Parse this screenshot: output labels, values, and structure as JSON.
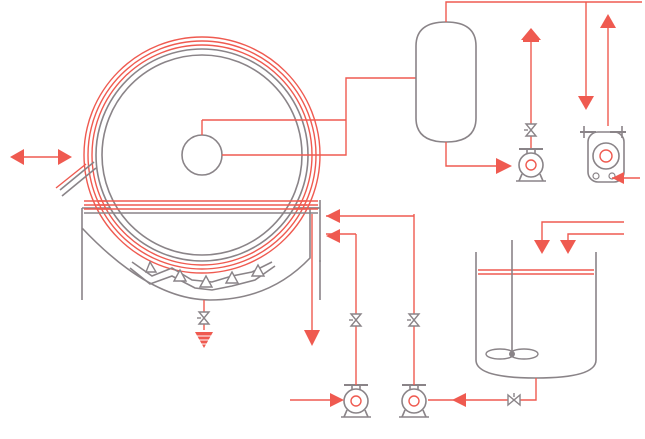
{
  "diagram": {
    "kind": "process-flow-schematic",
    "text_labels": [],
    "colors": {
      "equipment": "#8a8488",
      "process_line": "#ef5a50",
      "background": "#ffffff"
    },
    "equipment": [
      "rotary-drum-filter",
      "filtrate-receiver",
      "centrifugal-pump",
      "vacuum-pump",
      "agitated-feed-tank",
      "feed-pump",
      "wash-pump"
    ]
  }
}
